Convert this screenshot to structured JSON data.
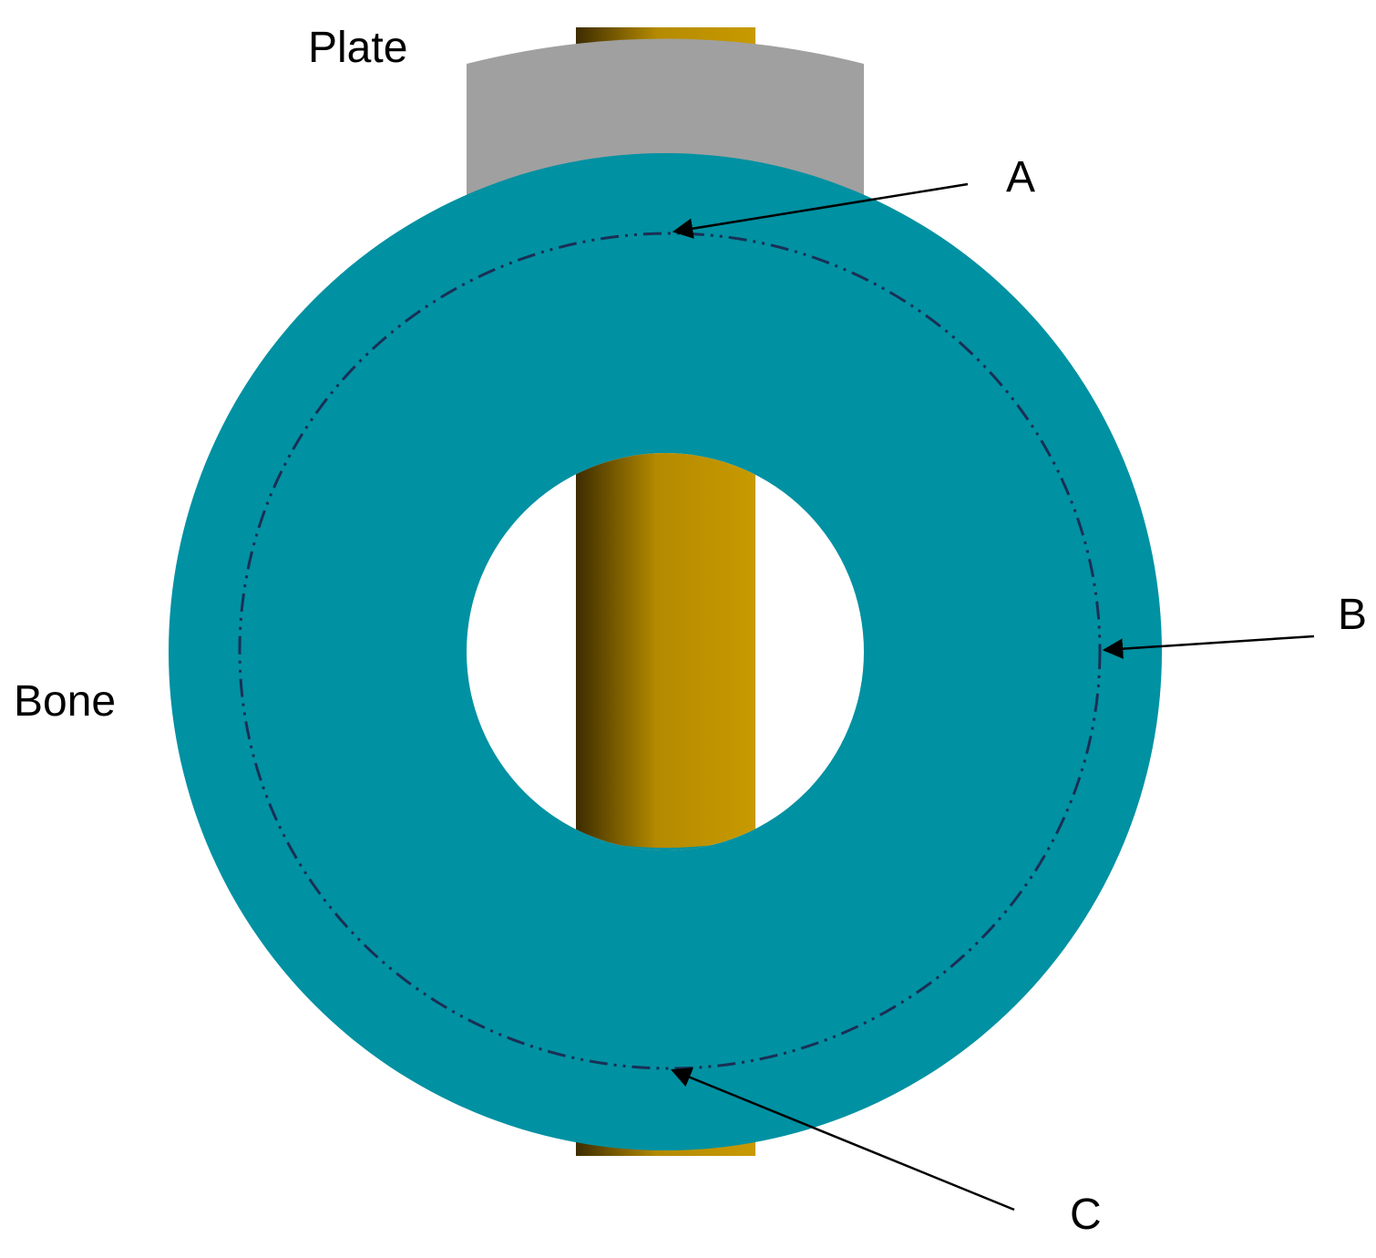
{
  "labels": {
    "plate": "Plate",
    "bone": "Bone",
    "point_a": "A",
    "point_b": "B",
    "point_c": "C"
  },
  "colors": {
    "bone": "#0091a2",
    "plate": "#a0a0a0",
    "screw_light": "#c89a00",
    "screw_dark": "#3d2c00",
    "path_line": "#1a2f55",
    "arrow": "#000000",
    "background": "#ffffff"
  }
}
